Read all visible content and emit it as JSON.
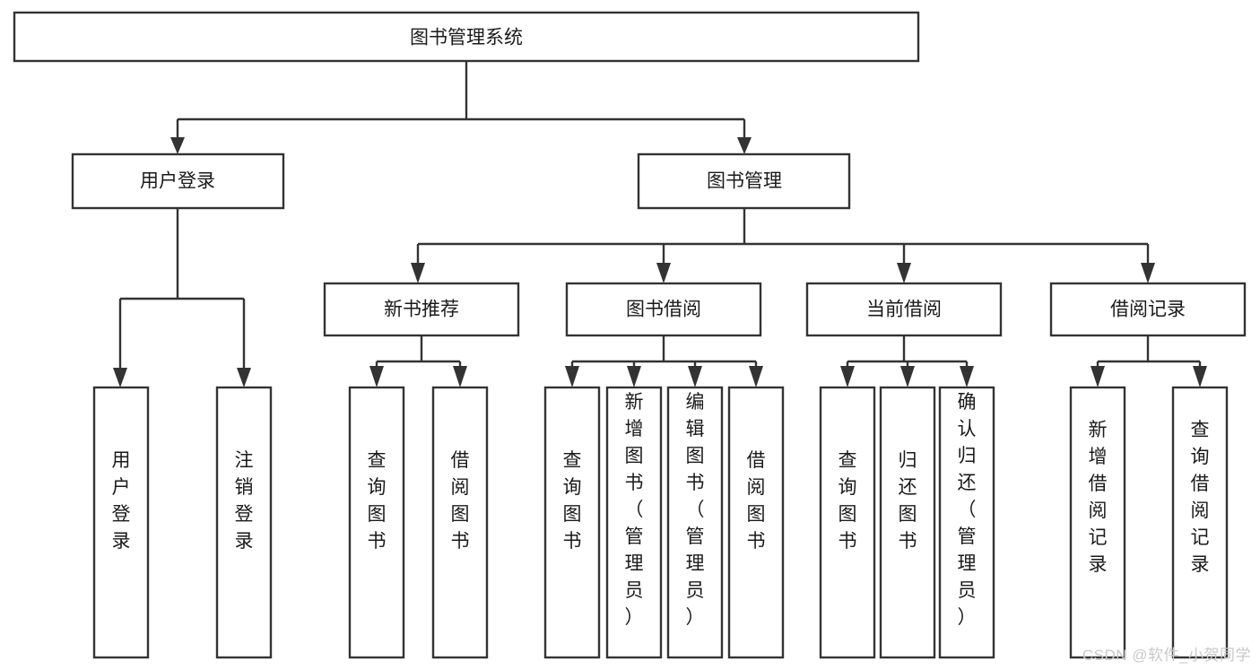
{
  "diagram": {
    "title": "图书管理系统",
    "watermark": "CSDN @软件_小贺同学",
    "colors": {
      "stroke": "#333333",
      "fill": "#ffffff",
      "text": "#1a1a1a",
      "watermark": "#c9c9c9"
    },
    "nodes": {
      "root": {
        "label": "图书管理系统"
      },
      "level2": [
        {
          "id": "user-login",
          "label": "用户登录"
        },
        {
          "id": "book-management",
          "label": "图书管理"
        }
      ],
      "level3": [
        {
          "id": "new-book-recommend",
          "label": "新书推荐"
        },
        {
          "id": "book-borrow",
          "label": "图书借阅"
        },
        {
          "id": "current-borrow",
          "label": "当前借阅"
        },
        {
          "id": "borrow-record",
          "label": "借阅记录"
        }
      ],
      "leaves": {
        "user_login": [
          {
            "id": "leaf-user-login",
            "label": "用户登录"
          },
          {
            "id": "leaf-logout-login",
            "label": "注销登录"
          }
        ],
        "new_book_recommend": [
          {
            "id": "leaf-query-book-1",
            "label": "查询图书"
          },
          {
            "id": "leaf-borrow-book-1",
            "label": "借阅图书"
          }
        ],
        "book_borrow": [
          {
            "id": "leaf-query-book-2",
            "label": "查询图书"
          },
          {
            "id": "leaf-add-book",
            "label": "新增图书（管理员）"
          },
          {
            "id": "leaf-edit-book",
            "label": "编辑图书（管理员）"
          },
          {
            "id": "leaf-borrow-book-2",
            "label": "借阅图书"
          }
        ],
        "current_borrow": [
          {
            "id": "leaf-query-book-3",
            "label": "查询图书"
          },
          {
            "id": "leaf-return-book",
            "label": "归还图书"
          },
          {
            "id": "leaf-confirm-return",
            "label": "确认归还（管理员）"
          }
        ],
        "borrow_record": [
          {
            "id": "leaf-add-borrow-record",
            "label": "新增借阅记录"
          },
          {
            "id": "leaf-query-borrow-record",
            "label": "查询借阅记录"
          }
        ]
      }
    }
  }
}
